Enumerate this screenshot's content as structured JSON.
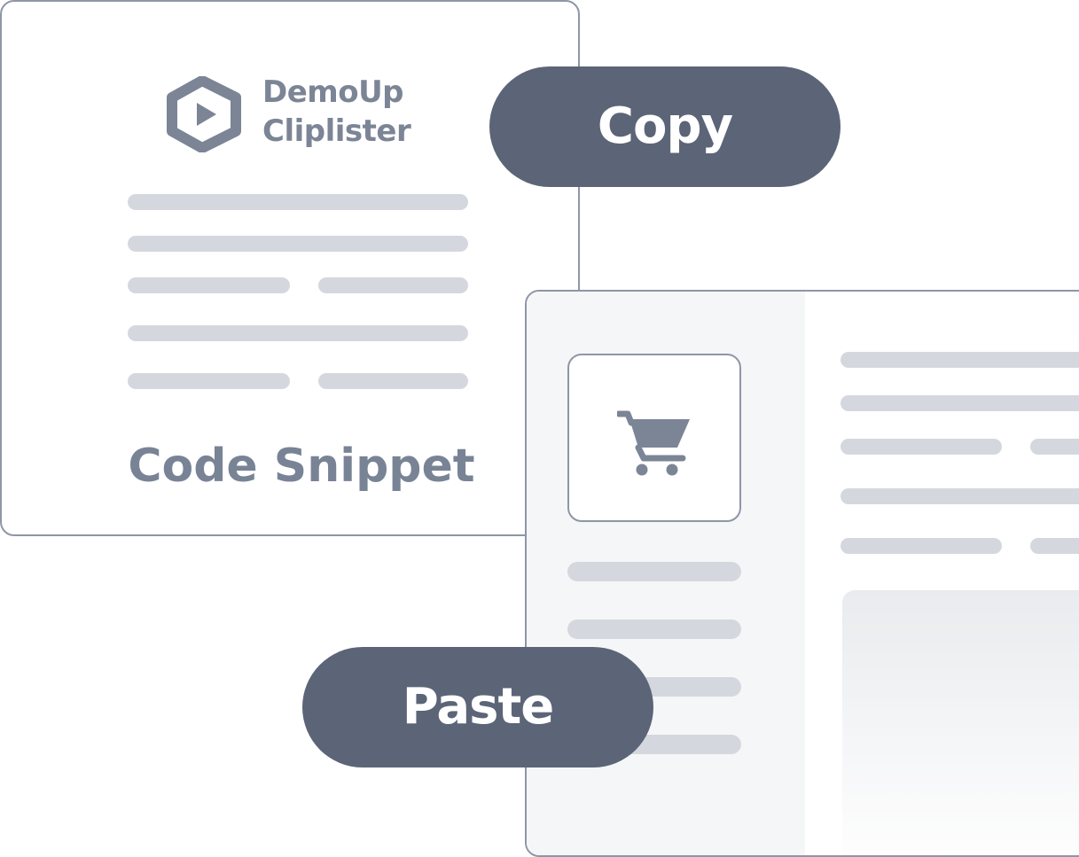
{
  "brand": {
    "line1": "DemoUp",
    "line2": "Cliplister",
    "logo_icon": "hexagon-play-icon"
  },
  "snippet": {
    "title": "Code Snippet"
  },
  "actions": {
    "copy_label": "Copy",
    "paste_label": "Paste"
  },
  "shop": {
    "product_icon": "shopping-cart-icon"
  },
  "colors": {
    "pill": "#5c6577",
    "text_muted": "#7c8596",
    "placeholder_bar": "#d4d8de",
    "border": "#8e96a6"
  }
}
